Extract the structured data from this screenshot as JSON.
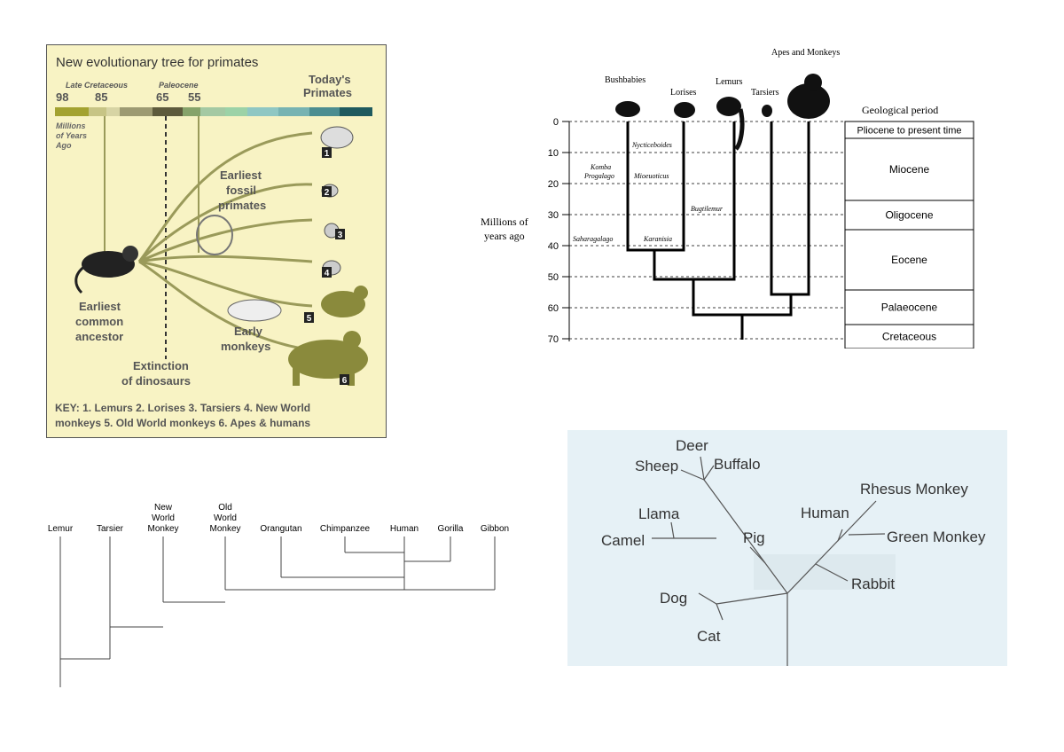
{
  "primate_tree": {
    "title": "New evolutionary tree for primates",
    "periods": [
      "Late Cretaceous",
      "Paleocene"
    ],
    "time_labels": [
      "98",
      "85",
      "65",
      "55"
    ],
    "todays_primates": "Today's Primates",
    "axis_unit": "Millions of Years Ago",
    "earliest_fossil": "Earliest fossil primates",
    "earliest_ancestor": "Earliest common ancestor",
    "early_monkeys": "Early monkeys",
    "extinction": "Extinction of dinosaurs",
    "numbers": [
      "1",
      "2",
      "3",
      "4",
      "5",
      "6"
    ],
    "key_line1": "KEY: 1. Lemurs 2. Lorises 3. Tarsiers 4. New World",
    "key_line2": "monkeys 5. Old World monkeys 6. Apes & humans",
    "colors": {
      "panel_bg": "#f8f3c4",
      "branch": "#9a9a5a",
      "animal": "#8a8a3c",
      "text": "#444444"
    }
  },
  "geo_tree": {
    "groups": [
      "Bushbabies",
      "Lorises",
      "Lemurs",
      "Tarsiers",
      "Apes and Monkeys"
    ],
    "ylabel_line1": "Millions of",
    "ylabel_line2": "years ago",
    "ticks": [
      "0",
      "10",
      "20",
      "30",
      "40",
      "50",
      "60",
      "70"
    ],
    "fossils": [
      "Nycticeboides",
      "Komba",
      "Progalago",
      "Mioeuoticus",
      "Bugtilemur",
      "Saharagalago",
      "Karanisia"
    ],
    "period_header": "Geological period",
    "periods": [
      "Pliocene to present time",
      "Miocene",
      "Oligocene",
      "Eocene",
      "Palaeocene",
      "Cretaceous"
    ]
  },
  "cladogram": {
    "taxa": [
      "Lemur",
      "Tarsier",
      "New\nWorld\nMonkey",
      "Old\nWorld\nMonkey",
      "Orangutan",
      "Chimpanzee",
      "Human",
      "Gorilla",
      "Gibbon"
    ]
  },
  "mammal_tree": {
    "taxa": [
      "Deer",
      "Sheep",
      "Buffalo",
      "Llama",
      "Camel",
      "Pig",
      "Dog",
      "Cat",
      "Human",
      "Rhesus Monkey",
      "Green Monkey",
      "Rabbit"
    ],
    "colors": {
      "bg": "#e6f1f6",
      "line": "#555555"
    }
  }
}
